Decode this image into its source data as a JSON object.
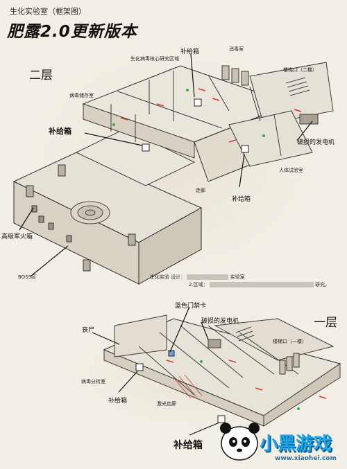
{
  "header": {
    "subtitle": "生化实验室（框架图）",
    "title": "肥露2.0更新版本"
  },
  "floors": {
    "second": "二层",
    "first": "一层"
  },
  "labels_second": {
    "core_lab": "生化病毒核心研究区域",
    "supply_top": "补给箱",
    "disinfect": "消毒室",
    "stairs2": "楼梯口（二楼）",
    "virus_store": "病毒储存室",
    "supply_left": "补给箱",
    "broken_gen": "破损的发电机",
    "human_lab": "人体试验室",
    "corridor": "走廊",
    "supply_mid": "补给箱",
    "heavy_arms": "高级军火箱",
    "boss": "BOSS区"
  },
  "legend": {
    "line1_prefix": "生化实验",
    "line1_mid": "设计：",
    "line1_suffix": "实验室",
    "line2_prefix": "2.区域：",
    "line2_tail": "研究。"
  },
  "labels_first": {
    "blue_card": "蓝色门禁卡",
    "zombie": "丧尸",
    "broken_gen": "破损的发电机",
    "stairs1": "楼梯口（一楼）",
    "virus_analysis": "病毒分析室",
    "supply_a": "补给箱",
    "laser": "激光走廊",
    "supply_b": "补给箱"
  },
  "watermark": {
    "site_name": "小黑游戏",
    "url": "www.xiaohei.com"
  },
  "colors": {
    "ink": "#2a2a2a",
    "paper": "#f3efe6",
    "accent_red": "#d23a2a",
    "accent_green": "#3aa84a",
    "logo_blue": "#1fa6e8"
  }
}
